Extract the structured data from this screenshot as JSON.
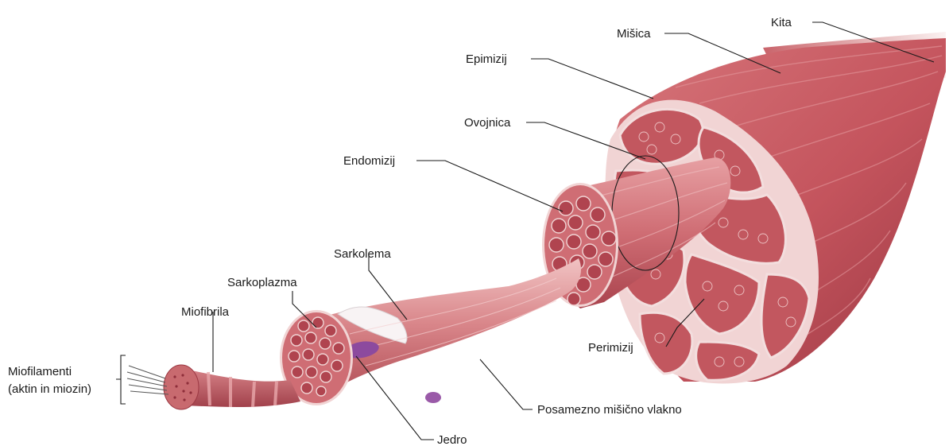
{
  "diagram": {
    "colors": {
      "muscle": "#c95a62",
      "muscle_dark": "#9e3a45",
      "muscle_light": "#e8a5a8",
      "sheath": "#f3dede",
      "nucleus": "#8c4a9e",
      "tendon": "#f4e6e6"
    },
    "labels": {
      "kita": "Kita",
      "misica": "Mišica",
      "epimizij": "Epimizij",
      "ovojnica": "Ovojnica",
      "endomizij": "Endomizij",
      "sarkolema": "Sarkolema",
      "sarkoplazma": "Sarkoplazma",
      "miofibrila": "Miofibrila",
      "miofilamenti_line1": "Miofilamenti",
      "miofilamenti_line2": "(aktin in miozin)",
      "perimizij": "Perimizij",
      "posamezno_misicno_vlakno": "Posamezno mišično vlakno",
      "jedro": "Jedro"
    }
  }
}
